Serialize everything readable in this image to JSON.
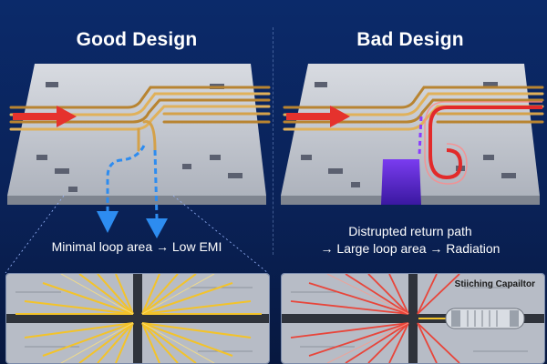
{
  "left": {
    "title": "Good Design",
    "caption": "Minimal loop area → Low EMI"
  },
  "right": {
    "title": "Bad Design",
    "caption_line1": "Distrupted return path",
    "caption_line2": "→ Large loop area → Radiation",
    "zoom_label": "Stiiching Capailtor"
  },
  "colors": {
    "background": "#0a2258",
    "board": "#c9ccd3",
    "trace": "#d4a14a",
    "signal_arrow": "#e5322d",
    "return_path_good": "#2d8cf0",
    "return_path_bad": "#e22a2a",
    "slot": "#6a2ad8"
  }
}
